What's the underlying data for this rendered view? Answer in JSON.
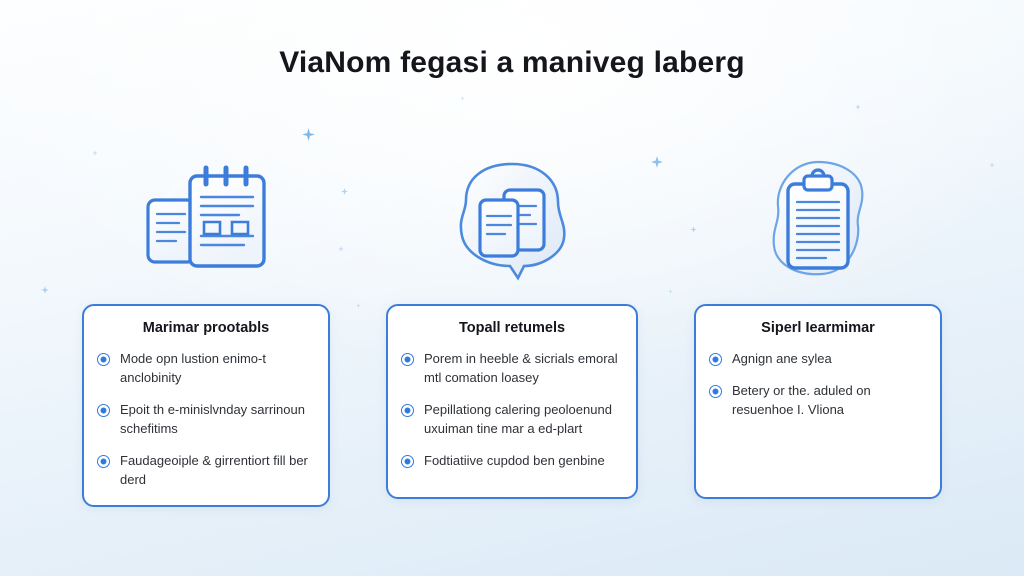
{
  "page": {
    "title": "ViaNom fegasi a maniveg laberg",
    "background_top_color": "#fdfeff",
    "background_bottom_color": "#dbeaf6",
    "accent_color": "#3c7ddb",
    "bullet_color": "#2f7ae0",
    "title_color": "#14161c"
  },
  "columns": [
    {
      "icon": "notebook-documents-icon",
      "card": {
        "title": "Marimar prootabls",
        "bullets": [
          "Mode opn lustion enimo-t anclobinity",
          "Epoit th e-minislvnday sarrinoun schefitims",
          "Faudageoiple & girrentiort fill ber derd"
        ]
      }
    },
    {
      "icon": "documents-blob-icon",
      "card": {
        "title": "Topall retumels",
        "bullets": [
          "Porem in heeble & sicrials emoral mtl comation loasey",
          "Pepillationg calering peoloenund uxuiman tine mar a ed-plart",
          "Fodtiatiive cupdod ben genbine"
        ]
      }
    },
    {
      "icon": "clipboard-icon",
      "card": {
        "title": "Siperl Iearmimar",
        "bullets": [
          "Agnign ane sylea",
          "Betery or the. aduled on resuenhoe I. Vliona"
        ]
      }
    }
  ],
  "decorations": {
    "sparkle_count": 14,
    "sparkle_color": "#8fc2ef"
  }
}
